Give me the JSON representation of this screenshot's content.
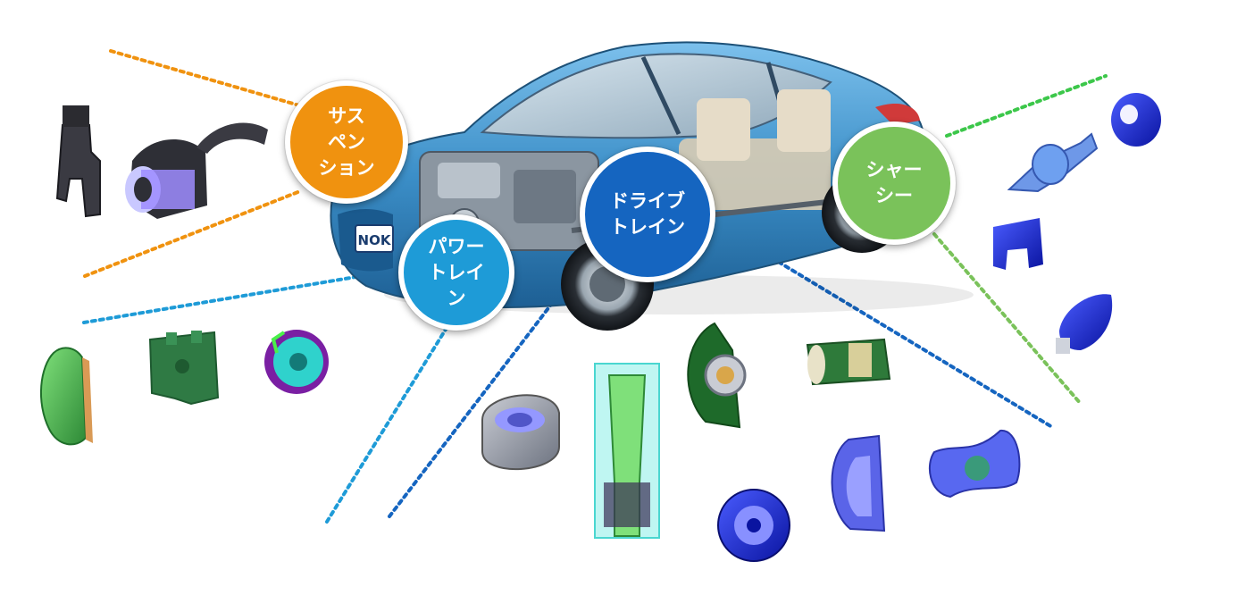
{
  "colors": {
    "suspension": "#F0920F",
    "powertrain": "#1E9BD7",
    "drivetrain": "#1565C0",
    "chassis": "#7AC25A",
    "car_body": "#3C8FC8"
  },
  "categories": [
    {
      "id": "suspension",
      "label": "サス\nペン\nション"
    },
    {
      "id": "powertrain",
      "label": "パワー\nトレイ\nン"
    },
    {
      "id": "drivetrain",
      "label": "ドライブ\nトレイン"
    },
    {
      "id": "chassis",
      "label": "シャー\nシー"
    }
  ],
  "logo": {
    "text": "NOK"
  },
  "icons": [
    "car-cutaway-illustration",
    "seal-part-icon",
    "bushing-part-icon",
    "mount-part-icon"
  ]
}
